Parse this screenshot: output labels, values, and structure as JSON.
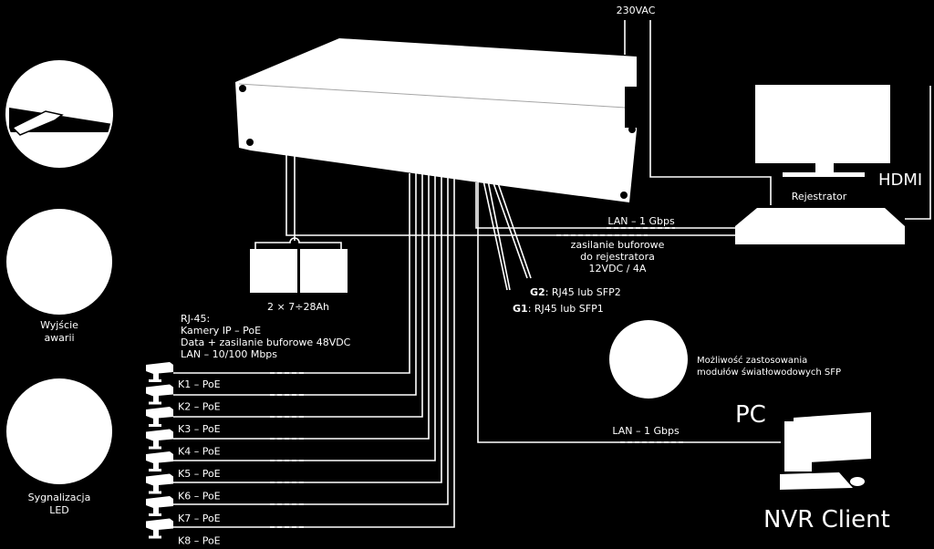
{
  "labels": {
    "ac_power": "230VAC",
    "rj45": "RJ-45",
    "alarm_output": [
      "Wyjście",
      "awarii"
    ],
    "led_signaling": [
      "Sygnalizacja",
      "LED"
    ],
    "hdmi": "HDMI",
    "recorder": "Rejestrator",
    "lan_recorder": "LAN – 1 Gbps",
    "backup_power": [
      "zasilanie buforowe",
      "do rejestratora",
      "12VDC / 4A"
    ],
    "batteries": "2 × 7÷28Ah",
    "g2_code": "G2",
    "g2_desc": ": RJ45 lub SFP2",
    "g1_code": "G1",
    "g1_desc": ": RJ45 lub SFP1",
    "poe_ports": [
      "RJ-45:",
      "Kamery IP – PoE",
      "Data + zasilanie buforowe 48VDC",
      "LAN – 10/100 Mbps"
    ],
    "sfp_note": [
      "Możliwość zastosowania",
      "modułów światłowodowych SFP"
    ],
    "lan_pc": "LAN – 1 Gbps",
    "pc": "PC",
    "nvr_client": "NVR Client"
  },
  "cameras": [
    "K1 – PoE",
    "K2 – PoE",
    "K3 – PoE",
    "K4 – PoE",
    "K5 – PoE",
    "K6 – PoE",
    "K7 – PoE",
    "K8 – PoE"
  ],
  "colors": {
    "background": "#000000",
    "foreground": "#ffffff"
  }
}
